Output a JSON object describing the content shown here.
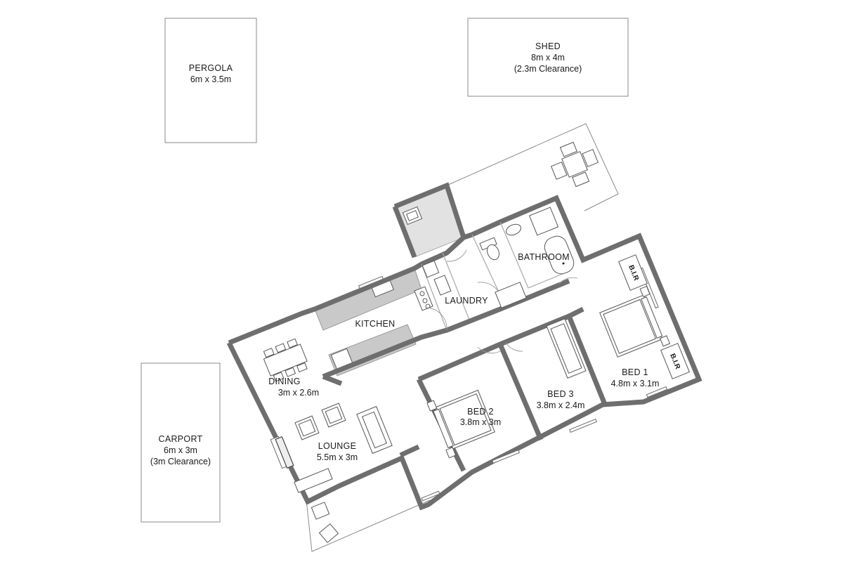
{
  "outbuildings": {
    "pergola": {
      "name": "PERGOLA",
      "dims": "6m x 3.5m"
    },
    "shed": {
      "name": "SHED",
      "dims": "8m x 4m",
      "note": "(2.3m Clearance)"
    },
    "carport": {
      "name": "CARPORT",
      "dims": "6m x 3m",
      "note": "(3m Clearance)"
    }
  },
  "rooms": {
    "kitchen": {
      "name": "KITCHEN"
    },
    "laundry": {
      "name": "LAUNDRY"
    },
    "bathroom": {
      "name": "BATHROOM"
    },
    "dining": {
      "name": "DINING",
      "dims": "3m x 2.6m"
    },
    "lounge": {
      "name": "LOUNGE",
      "dims": "5.5m x 3m"
    },
    "bed1": {
      "name": "BED 1",
      "dims": "4.8m x 3.1m"
    },
    "bed2": {
      "name": "BED 2",
      "dims": "3.8m x 3m"
    },
    "bed3": {
      "name": "BED 3",
      "dims": "3.8m x 2.4m"
    }
  },
  "robes": {
    "top": "B.I.R",
    "bottom": "B.I.R"
  },
  "colors": {
    "wall": "#6e6e6e",
    "bench": "#c9c9c9",
    "deck": "#e2e2e2",
    "line": "#8a8a8a"
  }
}
